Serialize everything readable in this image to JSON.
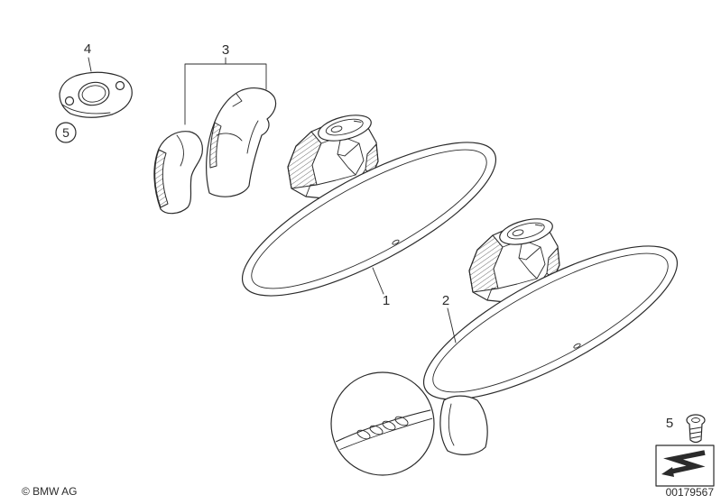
{
  "page": {
    "background_color": "#ffffff",
    "line_color": "#2b2b2b",
    "description": "Interior rear view mirror parts diagram"
  },
  "callouts": {
    "item1": "1",
    "item2": "2",
    "item3": "3",
    "item4": "4",
    "item5_circled": "5",
    "item5_legend": "5"
  },
  "legend": {
    "screw_icon": "torx-screw",
    "symbol_icon": "zigzag-direction-arrow",
    "detail_icon": "magnifier-detail-circle"
  },
  "footer": {
    "copyright": "© BMW AG",
    "document_number": "00179567"
  }
}
